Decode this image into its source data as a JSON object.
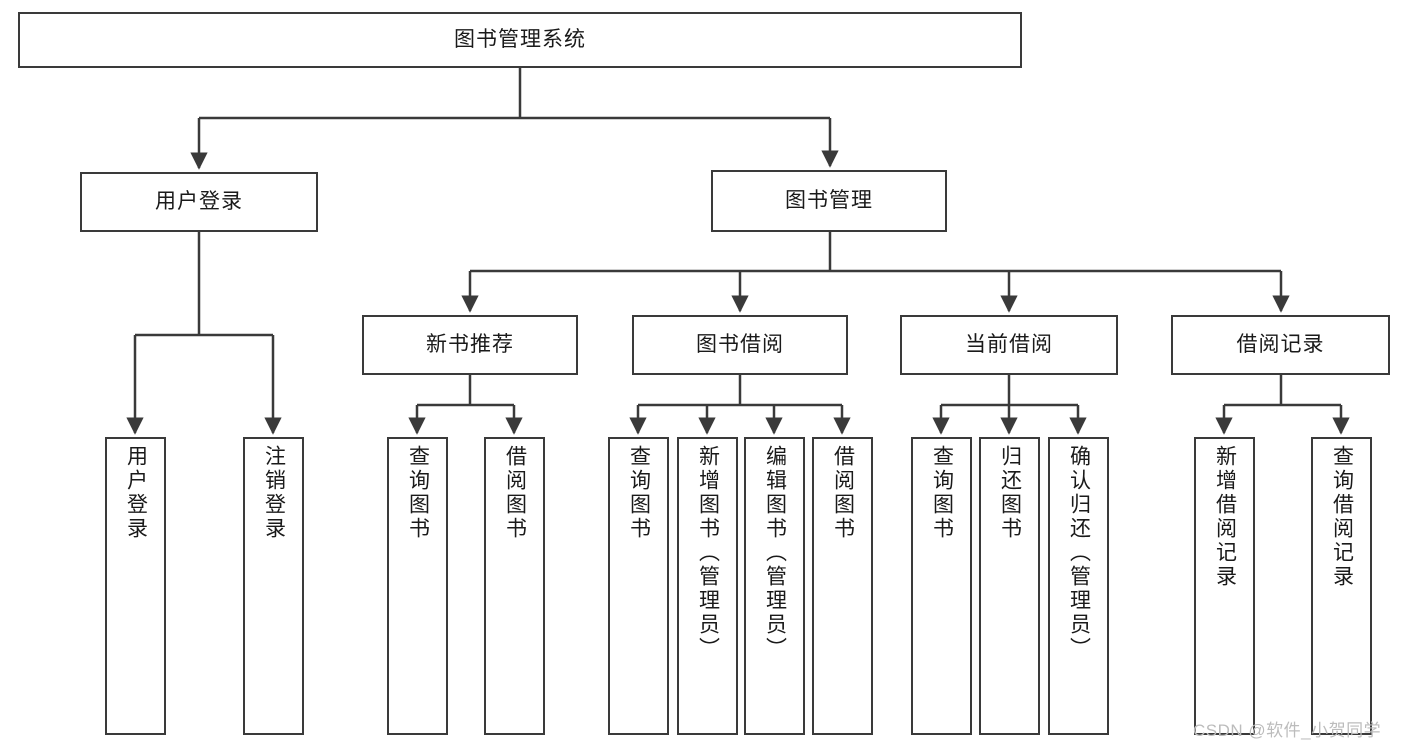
{
  "diagram": {
    "title": "图书管理系统",
    "type": "tree-hierarchy-diagram",
    "colors": {
      "box_border": "#3a3a3a",
      "box_fill": "#ffffff",
      "edge": "#3a3a3a",
      "text": "#1a1a1a",
      "watermark": "#bcbcbc",
      "background": "#ffffff"
    },
    "root": {
      "id": "root",
      "label": "图书管理系统"
    },
    "level2": [
      {
        "id": "user-login",
        "label": "用户登录"
      },
      {
        "id": "book-manage",
        "label": "图书管理"
      }
    ],
    "level3": [
      {
        "id": "new-book-rec",
        "label": "新书推荐",
        "parent": "book-manage"
      },
      {
        "id": "book-borrow",
        "label": "图书借阅",
        "parent": "book-manage"
      },
      {
        "id": "current-borrow",
        "label": "当前借阅",
        "parent": "book-manage"
      },
      {
        "id": "borrow-record",
        "label": "借阅记录",
        "parent": "book-manage"
      }
    ],
    "leaves": {
      "user_login": [
        {
          "id": "leaf-user-login",
          "label": "用户登录"
        },
        {
          "id": "leaf-logout",
          "label": "注销登录"
        }
      ],
      "new_book_rec": [
        {
          "id": "leaf-query-book-1",
          "label": "查询图书"
        },
        {
          "id": "leaf-borrow-book-1",
          "label": "借阅图书"
        }
      ],
      "book_borrow": [
        {
          "id": "leaf-query-book-2",
          "label": "查询图书"
        },
        {
          "id": "leaf-add-book",
          "label": "新增图书（管理员）"
        },
        {
          "id": "leaf-edit-book",
          "label": "编辑图书（管理员）"
        },
        {
          "id": "leaf-borrow-book-2",
          "label": "借阅图书"
        }
      ],
      "current_borrow": [
        {
          "id": "leaf-query-book-3",
          "label": "查询图书"
        },
        {
          "id": "leaf-return-book",
          "label": "归还图书"
        },
        {
          "id": "leaf-confirm-return",
          "label": "确认归还（管理员）"
        }
      ],
      "borrow_record": [
        {
          "id": "leaf-add-record",
          "label": "新增借阅记录"
        },
        {
          "id": "leaf-query-record",
          "label": "查询借阅记录"
        }
      ]
    },
    "watermark": "CSDN @软件_小贺同学"
  }
}
